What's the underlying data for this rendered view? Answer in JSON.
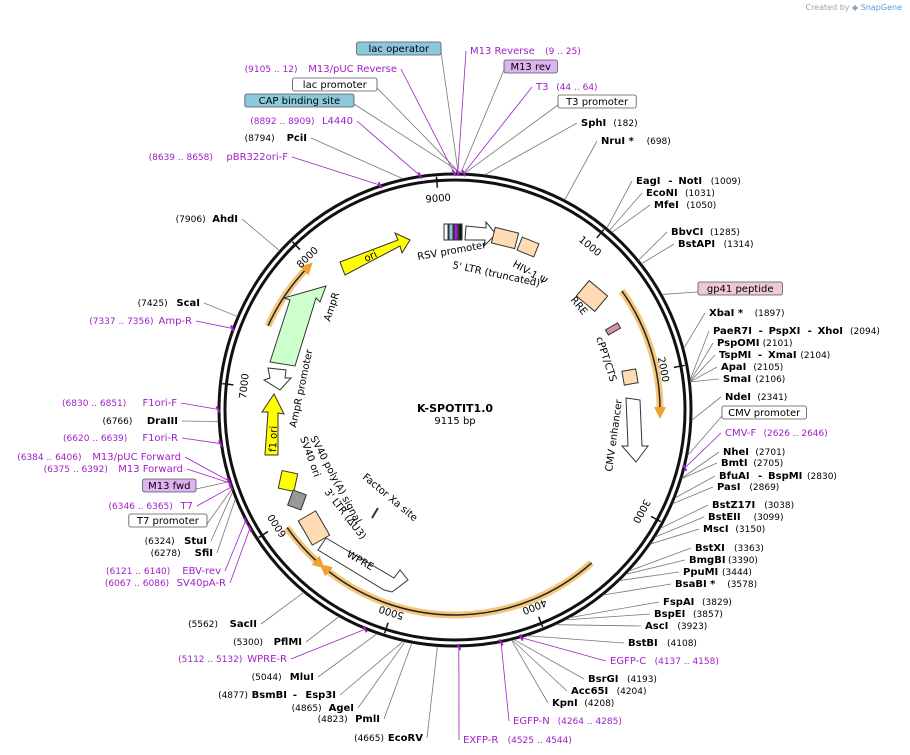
{
  "brand": {
    "created_by": "Created by",
    "app_name": "SnapGene"
  },
  "plasmid": {
    "name": "K-SPOTIT1.0",
    "size_label": "9115 bp",
    "length": 9115
  },
  "ticks": [
    "1000",
    "2000",
    "3000",
    "4000",
    "5000",
    "6000",
    "7000",
    "8000",
    "9000"
  ],
  "colors": {
    "primer": "#a020c8",
    "enzyme": "#000000",
    "arrow_orange": "#f0a030",
    "ori_yellow": "#ffff00",
    "ampr_green": "#ccffcc",
    "ltr_peach": "#ffdcb4",
    "label_blue": "#8cc8dc",
    "label_purple": "#dcb4f0",
    "label_pink": "#f0b4c8"
  },
  "enzymes": [
    {
      "name": "SphI",
      "pos": "(182)"
    },
    {
      "name": "NruI *",
      "pos": "(698)"
    },
    {
      "name": "EagI",
      "name2": "NotI",
      "pos": "(1009)"
    },
    {
      "name": "EcoNI",
      "pos": "(1031)"
    },
    {
      "name": "MfeI",
      "pos": "(1050)"
    },
    {
      "name": "BbvCI",
      "pos": "(1285)"
    },
    {
      "name": "BstAPI",
      "pos": "(1314)"
    },
    {
      "name": "XbaI *",
      "pos": "(1897)"
    },
    {
      "name": "PaeR7I",
      "name2": "PspXI",
      "name3": "XhoI",
      "pos": "(2094)"
    },
    {
      "name": "PspOMI",
      "pos": "(2101)"
    },
    {
      "name": "TspMI",
      "name2": "XmaI",
      "pos": "(2104)"
    },
    {
      "name": "ApaI",
      "pos": "(2105)"
    },
    {
      "name": "SmaI",
      "pos": "(2106)"
    },
    {
      "name": "NdeI",
      "pos": "(2341)"
    },
    {
      "name": "NheI",
      "pos": "(2701)"
    },
    {
      "name": "BmtI",
      "pos": "(2705)"
    },
    {
      "name": "BfuAI",
      "name2": "BspMI",
      "pos": "(2830)"
    },
    {
      "name": "PasI",
      "pos": "(2869)"
    },
    {
      "name": "BstZ17I",
      "pos": "(3038)"
    },
    {
      "name": "BstEII",
      "pos": "(3099)"
    },
    {
      "name": "MscI",
      "pos": "(3150)"
    },
    {
      "name": "BstXI",
      "pos": "(3363)"
    },
    {
      "name": "BmgBI",
      "pos": "(3390)"
    },
    {
      "name": "PpuMI",
      "pos": "(3444)"
    },
    {
      "name": "BsaBI *",
      "pos": "(3578)"
    },
    {
      "name": "FspAI",
      "pos": "(3829)"
    },
    {
      "name": "BspEI",
      "pos": "(3857)"
    },
    {
      "name": "AscI",
      "pos": "(3923)"
    },
    {
      "name": "BstBI",
      "pos": "(4108)"
    },
    {
      "name": "BsrGI",
      "pos": "(4193)"
    },
    {
      "name": "Acc65I",
      "pos": "(4204)"
    },
    {
      "name": "KpnI",
      "pos": "(4208)"
    },
    {
      "name": "EcoRV",
      "pos": "(4665)"
    },
    {
      "name": "PmlI",
      "pos": "(4823)"
    },
    {
      "name": "AgeI",
      "pos": "(4865)"
    },
    {
      "name": "BsmBI",
      "name2": "Esp3I",
      "pos": "(4877)"
    },
    {
      "name": "MluI",
      "pos": "(5044)"
    },
    {
      "name": "PflMI",
      "pos": "(5300)"
    },
    {
      "name": "SacII",
      "pos": "(5562)"
    },
    {
      "name": "SfiI",
      "pos": "(6278)"
    },
    {
      "name": "StuI",
      "pos": "(6324)"
    },
    {
      "name": "DraIII",
      "pos": "(6766)"
    },
    {
      "name": "ScaI",
      "pos": "(7425)"
    },
    {
      "name": "AhdI",
      "pos": "(7906)"
    },
    {
      "name": "PciI",
      "pos": "(8794)"
    }
  ],
  "primers": [
    {
      "name": "M13 Reverse",
      "pos": "(9 .. 25)"
    },
    {
      "name": "T3",
      "pos": "(44 .. 64)"
    },
    {
      "name": "M13/pUC Reverse",
      "pos": "(9105 .. 12)"
    },
    {
      "name": "L4440",
      "pos": "(8892 .. 8909)"
    },
    {
      "name": "pBR322ori-F",
      "pos": "(8639 .. 8658)"
    },
    {
      "name": "CMV-F",
      "pos": "(2626 .. 2646)"
    },
    {
      "name": "EGFP-C",
      "pos": "(4137 .. 4158)"
    },
    {
      "name": "EGFP-N",
      "pos": "(4264 .. 4285)"
    },
    {
      "name": "EXFP-R",
      "pos": "(4525 .. 4544)"
    },
    {
      "name": "WPRE-R",
      "pos": "(5112 .. 5132)"
    },
    {
      "name": "EBV-rev",
      "pos": "(6121 .. 6140)"
    },
    {
      "name": "SV40pA-R",
      "pos": "(6067 .. 6086)"
    },
    {
      "name": "T7",
      "pos": "(6346 .. 6365)"
    },
    {
      "name": "M13 Forward",
      "pos": "(6375 .. 6392)"
    },
    {
      "name": "M13/pUC Forward",
      "pos": "(6384 .. 6406)"
    },
    {
      "name": "F1ori-R",
      "pos": "(6620 .. 6639)"
    },
    {
      "name": "F1ori-F",
      "pos": "(6830 .. 6851)"
    },
    {
      "name": "Amp-R",
      "pos": "(7337 .. 7356)"
    }
  ],
  "boxed_labels": [
    {
      "text": "lac operator",
      "style": "blue"
    },
    {
      "text": "M13 rev",
      "style": "purple"
    },
    {
      "text": "lac promoter",
      "style": "white"
    },
    {
      "text": "CAP binding site",
      "style": "blue"
    },
    {
      "text": "T3 promoter",
      "style": "white"
    },
    {
      "text": "gp41 peptide",
      "style": "pink"
    },
    {
      "text": "CMV promoter",
      "style": "white"
    },
    {
      "text": "M13 fwd",
      "style": "purple"
    },
    {
      "text": "T7 promoter",
      "style": "white"
    }
  ],
  "features": {
    "rsv": "RSV promoter",
    "ltr5": "5' LTR (truncated)",
    "hiv": "HIV-1 Ψ",
    "rre": "RRE",
    "cppt": "cPPT/CTS",
    "cmv_enh": "CMV enhancer",
    "factor_xa": "Factor Xa site",
    "wpre": "WPRE",
    "ltr3": "3' LTR (ΔU3)",
    "sv40pa": "SV40 poly(A) signal",
    "sv40ori": "SV40 ori",
    "f1ori": "f1 ori",
    "ampr_prom": "AmpR promoter",
    "ampr": "AmpR",
    "ori": "ori"
  }
}
